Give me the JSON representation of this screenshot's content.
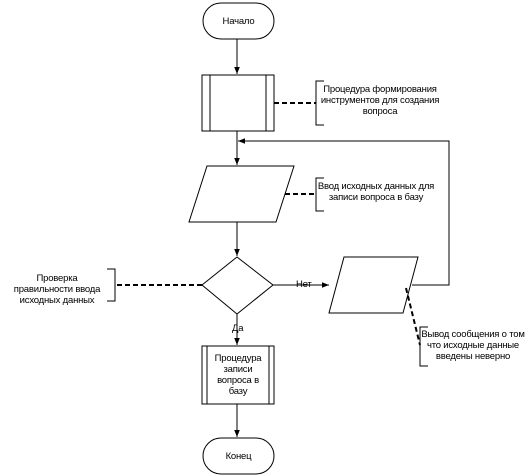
{
  "nodes": {
    "start": "Начало",
    "procedure_tools": "",
    "input_data": "",
    "decision": "",
    "error_output": "",
    "procedure_save": "Процедура записи вопроса в базу",
    "end": "Конец"
  },
  "annotations": {
    "procedure_tools": "Процедура формирования инструментов для создания вопроса",
    "input_data": "Ввод исходных данных для записи вопроса в базу",
    "decision": "Проверка правильности ввода исходных данных",
    "error_output": "Вывод сообщения о том что исходные данные введены неверно"
  },
  "edges": {
    "no_label": "Нет",
    "yes_label": "Да"
  }
}
